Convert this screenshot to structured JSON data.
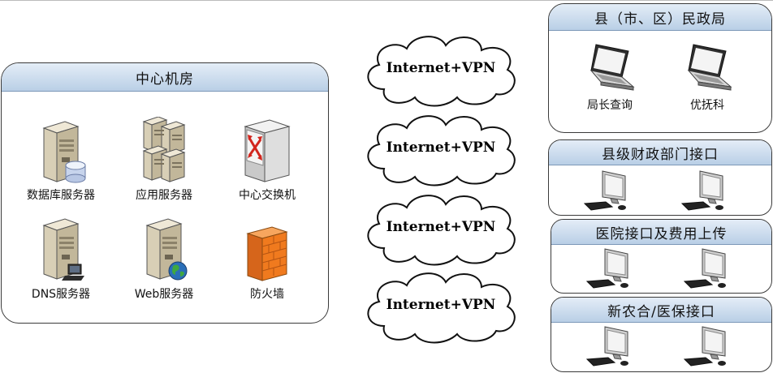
{
  "center": {
    "title": "中心机房",
    "nodes": [
      {
        "label": "数据库服务器",
        "icon": "database-server-icon"
      },
      {
        "label": "应用服务器",
        "icon": "application-server-icon"
      },
      {
        "label": "中心交换机",
        "icon": "core-switch-icon"
      },
      {
        "label": "DNS服务器",
        "icon": "dns-server-icon"
      },
      {
        "label": "Web服务器",
        "icon": "web-server-icon"
      },
      {
        "label": "防火墙",
        "icon": "firewall-icon"
      }
    ]
  },
  "clouds": [
    "Internet+VPN",
    "Internet+VPN",
    "Internet+VPN",
    "Internet+VPN"
  ],
  "right_panels": [
    {
      "title": "县（市、区）民政局",
      "labels": [
        "局长查询",
        "优抚科"
      ]
    },
    {
      "title": "县级财政部门接口",
      "labels": []
    },
    {
      "title": "医院接口及费用上传",
      "labels": []
    },
    {
      "title": "新农合/医保接口",
      "labels": []
    }
  ],
  "colors": {
    "header_top": "#e4edf7",
    "header_bottom": "#b9cfe6",
    "border": "#3a3a3a",
    "firewall": "#f07a1e",
    "globe": "#2a6fb8"
  }
}
